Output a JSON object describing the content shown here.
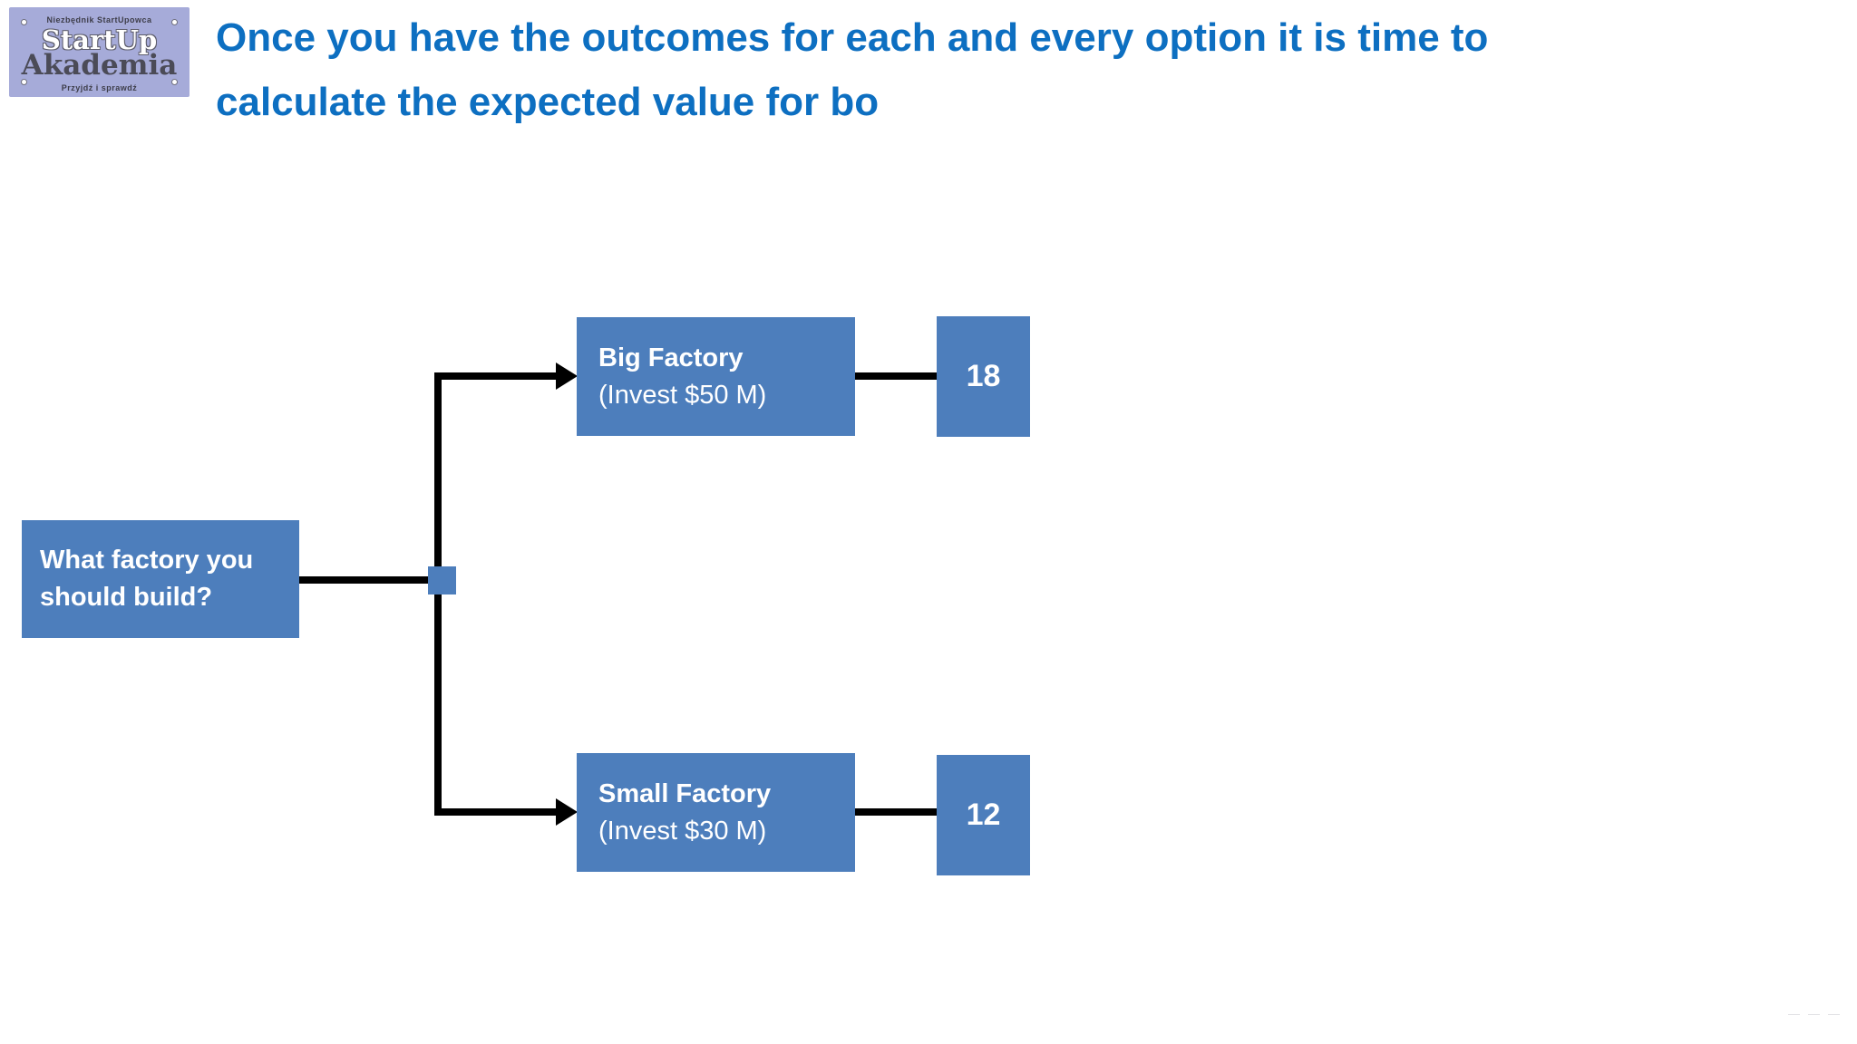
{
  "slide": {
    "title_line1": "Once you have the outcomes for each and every option it is time to",
    "title_line2_visible": "calculate the expected value for bo"
  },
  "logo": {
    "tagline_top": "Niezbędnik StartUpowca",
    "name_line1": "StartUp",
    "name_line2": "Akademia",
    "tagline_bottom": "Przyjdź i sprawdź"
  },
  "diagram": {
    "root": {
      "text_line1": "What factory you",
      "text_line2": "should build?"
    },
    "branches": [
      {
        "name": "Big Factory",
        "detail": "(Invest $50 M)",
        "outcome_value": "18"
      },
      {
        "name": "Small Factory",
        "detail": "(Invest $30 M)",
        "outcome_value": "12"
      }
    ]
  },
  "footer": {
    "faded_marks": [
      "—",
      "—",
      "—"
    ]
  },
  "colors": {
    "title_text": "#0d6fc1",
    "node_fill": "#4d7ebc",
    "connector": "#000000",
    "logo_background": "#a6abd9"
  }
}
